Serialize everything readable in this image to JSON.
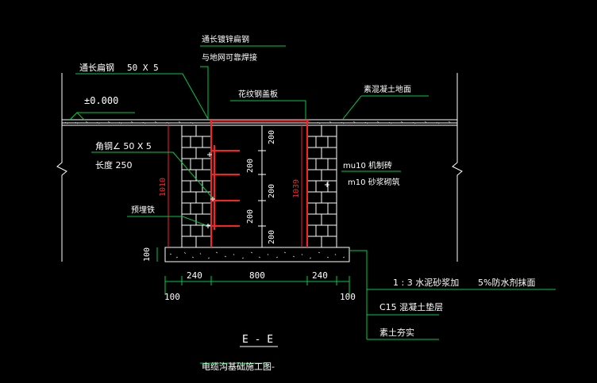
{
  "colors": {
    "background": "#000000",
    "line": "#ffffff",
    "red": "#ff2020",
    "green": "#00cc44",
    "hatch": "#c8c8c8"
  },
  "labels": {
    "flat_steel_long": "通长扁钢",
    "flat_steel_size": "50 X 5",
    "galv_flat_steel_1": "通长镀锌扁钢",
    "galv_flat_steel_2": "与地网可靠焊接",
    "elevation": "±0.000",
    "checker_plate": "花纹钢盖板",
    "ground_surface": "素混凝土地面",
    "angle_steel": "角钢∠  50 X 5",
    "length": "长度  250",
    "brick": "mu10 机制砖",
    "mortar": "m10 砂浆砌筑",
    "embedded": "预埋铁",
    "mortar_finish_a": "1 : 3 水泥砂浆加",
    "mortar_finish_b": "5%防水剂抹面",
    "concrete_cushion": "C15 混凝土垫层",
    "compacted_soil": "素土夯实",
    "section": "E - E",
    "title": "电缆沟基础施工图-"
  },
  "dimensions": {
    "d240_left": "240",
    "d800": "800",
    "d240_right": "240",
    "d100_left": "100",
    "d100_right": "100",
    "d100_vertical": "100",
    "d1010": "1010",
    "d1039": "1039",
    "d200_a": "200",
    "d200_b": "200",
    "d200_c": "200",
    "d200_d": "200",
    "d200_e": "200"
  }
}
